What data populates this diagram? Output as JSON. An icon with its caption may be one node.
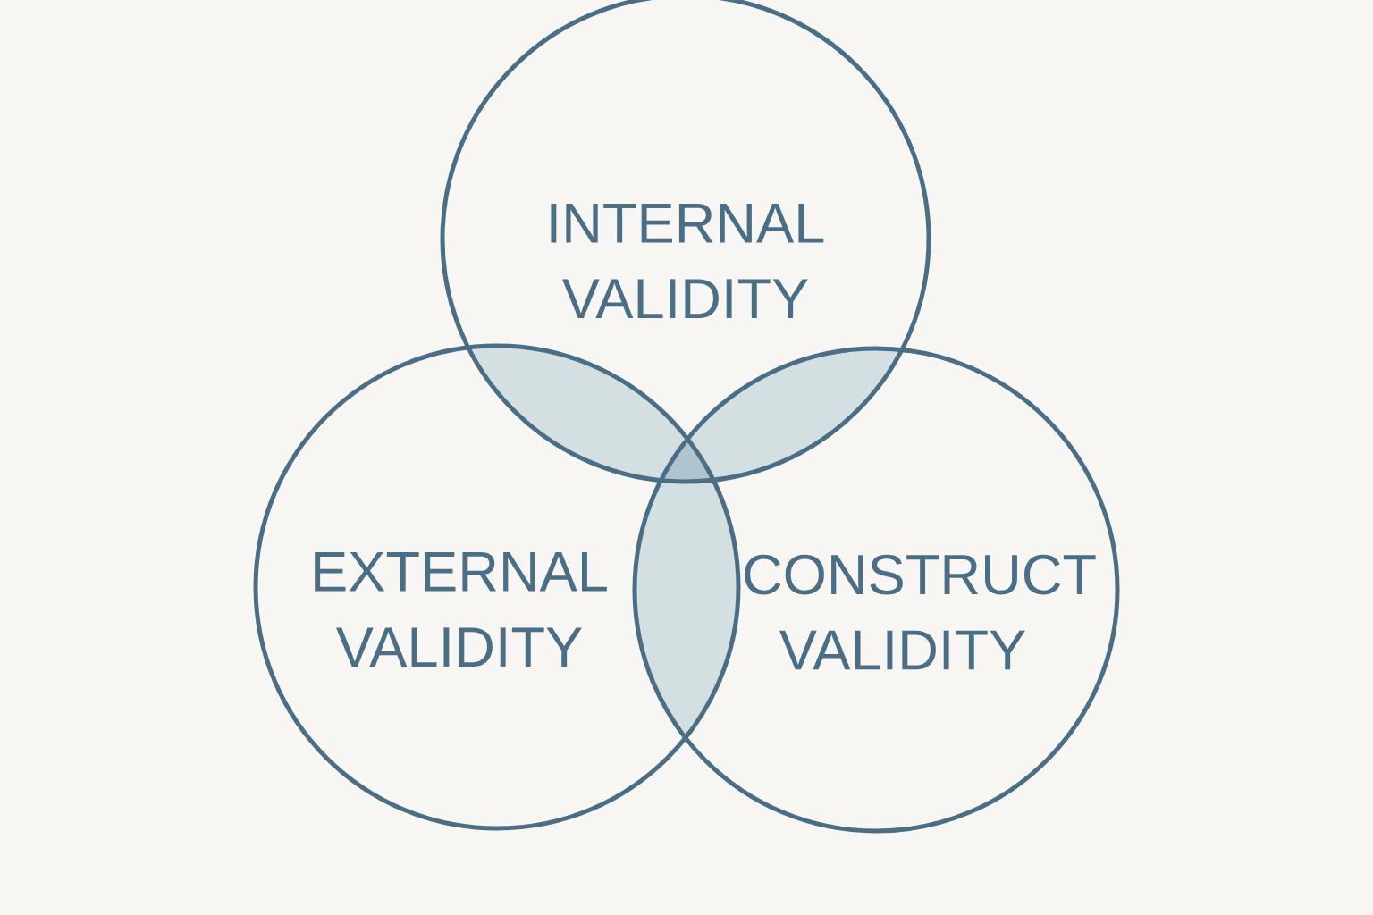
{
  "diagram": {
    "nodes": [
      {
        "text": [
          "INTERNAL VALIDITY"
        ]
      },
      {
        "text": [
          "EXTERNAL VALIDITY"
        ]
      },
      {
        "text": [
          "CONSTRUCT VALIDITY"
        ]
      }
    ],
    "edges": []
  }
}
